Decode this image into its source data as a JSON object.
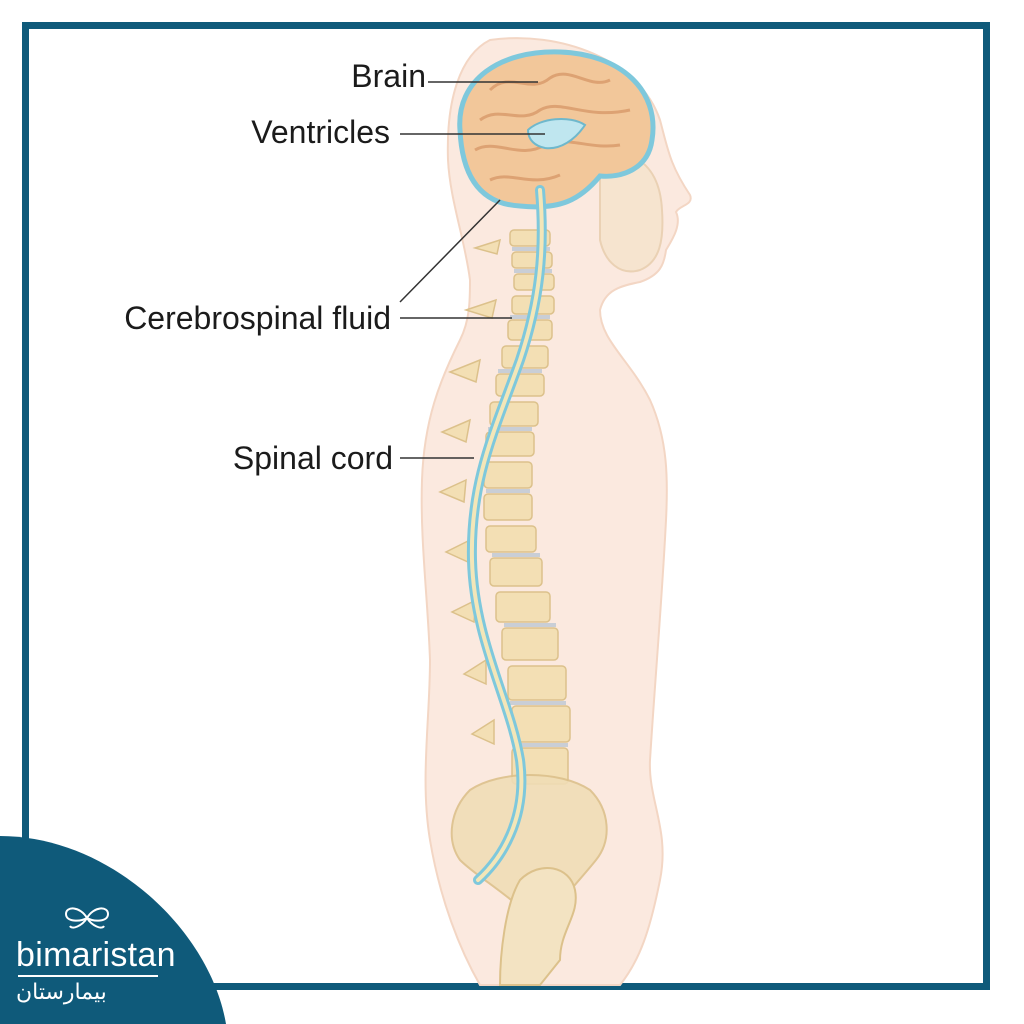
{
  "labels": {
    "brain": "Brain",
    "ventricles": "Ventricles",
    "csf": "Cerebrospinal fluid",
    "spinal_cord": "Spinal cord"
  },
  "brand": {
    "name": "bimaristan",
    "name_arabic": "بيمارستان",
    "icon": "butterfly-icon"
  },
  "colors": {
    "frame": "#0f5a7a",
    "skin": "#fbe9df",
    "bone": "#f3dfb4",
    "brain": "#f2c79a",
    "csf": "#7ec8dc"
  }
}
